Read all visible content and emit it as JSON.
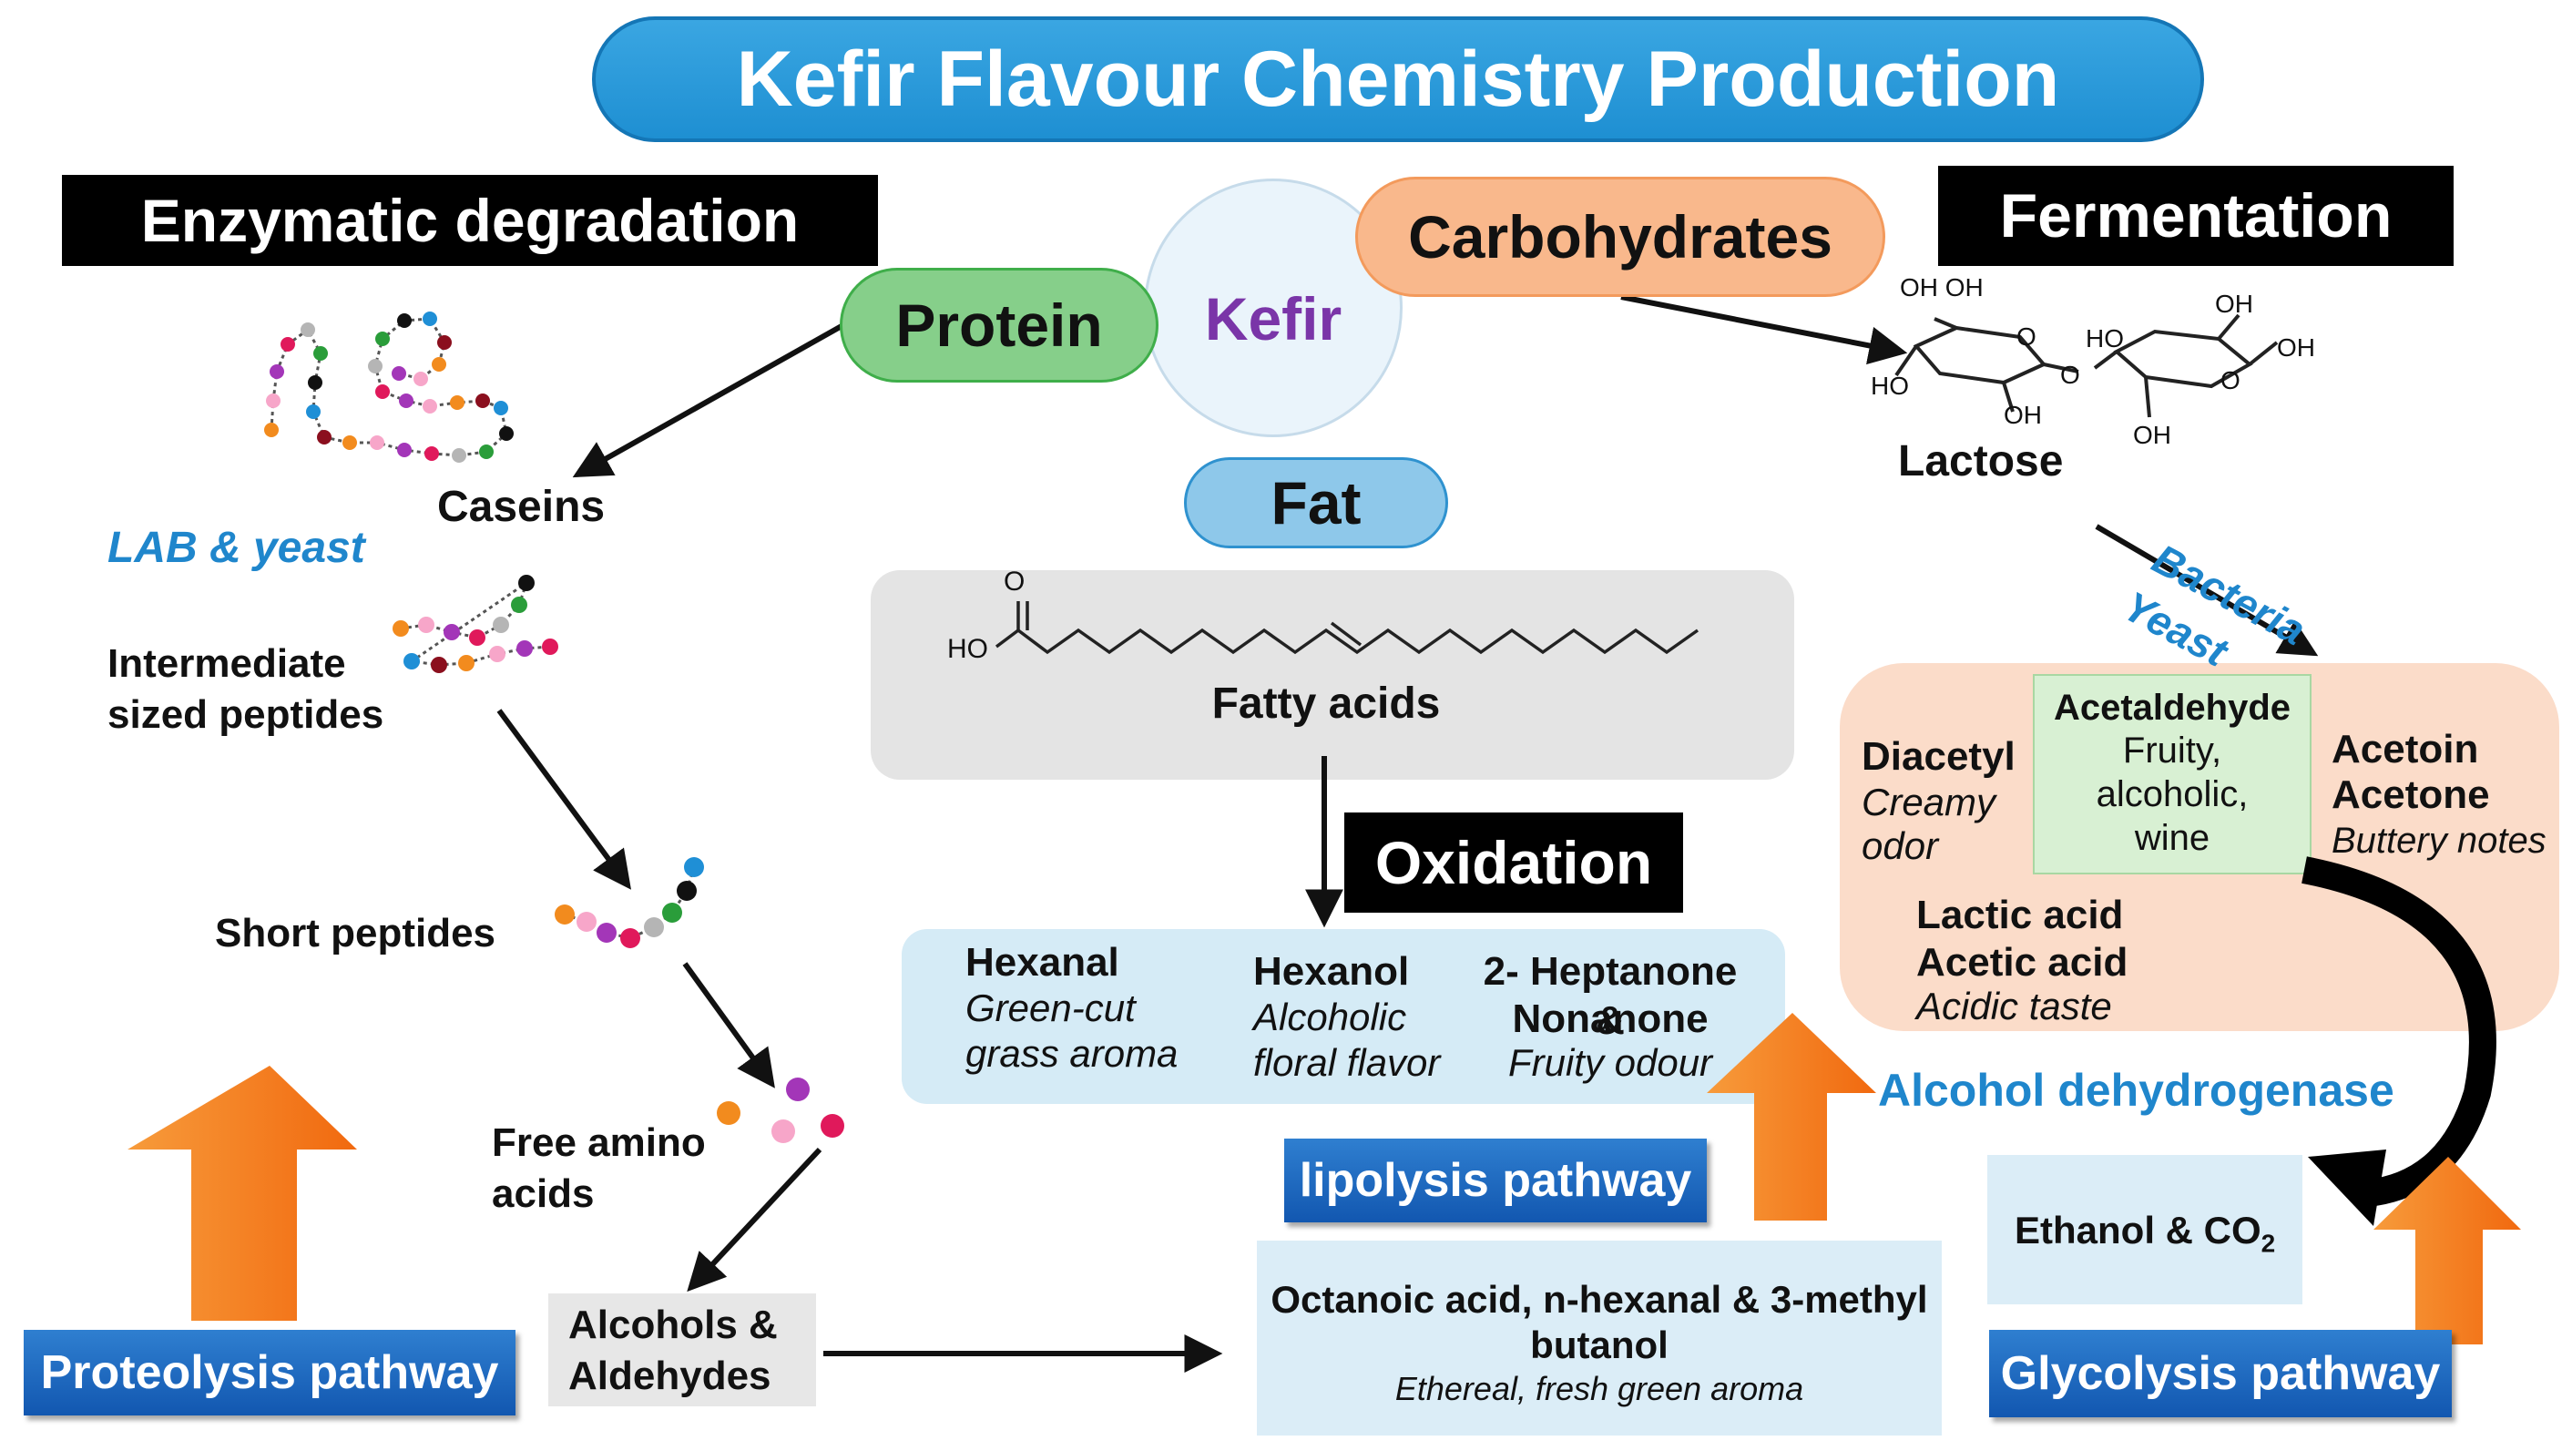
{
  "title": "Kefir Flavour Chemistry Production",
  "colors": {
    "banner": "#1e8fd2",
    "protein": "#86cf8a",
    "carbohydrates": "#f9b88c",
    "fat": "#8ec8ea",
    "kefir_text": "#7a35a8",
    "pathway_blue": "#1a66bd",
    "arrow_orange": "#f57c1f",
    "label_blue": "#1f86cc"
  },
  "left": {
    "section_title": "Enzymatic degradation",
    "caseins": "Caseins",
    "microbes": "LAB & yeast",
    "intermediate_1": "Intermediate",
    "intermediate_2": "sized peptides",
    "short_peptides": "Short peptides",
    "free_amino_1": "Free amino",
    "free_amino_2": "acids",
    "alcohols_1": "Alcohols &",
    "alcohols_2": "Aldehydes",
    "pathway": "Proteolysis pathway"
  },
  "center": {
    "protein": "Protein",
    "kefir": "Kefir",
    "carbohydrates": "Carbohydrates",
    "fat": "Fat",
    "fatty_acids": "Fatty acids",
    "ho": "HO",
    "o": "O",
    "oxidation": "Oxidation",
    "products": [
      {
        "name": "Hexanal",
        "desc1": "Green-cut",
        "desc2": "grass aroma"
      },
      {
        "name": "Hexanol",
        "desc1": "Alcoholic",
        "desc2": "floral flavor"
      },
      {
        "name": "2- Heptanone &",
        "name2": "Nonanone",
        "desc1": "Fruity odour"
      }
    ],
    "pathway": "lipolysis pathway",
    "octanoic_1": "Octanoic acid, n-hexanal & 3-methyl",
    "octanoic_2": "butanol",
    "octanoic_desc": "Ethereal, fresh green aroma"
  },
  "right": {
    "section_title": "Fermentation",
    "lactose": "Lactose",
    "lactose_groups": [
      "OH OH",
      "HO",
      "OH",
      "O",
      "HO",
      "OH",
      "OH",
      "O",
      "OH",
      "O"
    ],
    "bacteria": "Bacteria",
    "yeast": "Yeast",
    "diacetyl": "Diacetyl",
    "diacetyl_desc1": "Creamy",
    "diacetyl_desc2": "odor",
    "acetaldehyde": "Acetaldehyde",
    "acetaldehyde_desc1": "Fruity,",
    "acetaldehyde_desc2": "alcoholic,",
    "acetaldehyde_desc3": "wine",
    "acetoin": "Acetoin",
    "acetone": "Acetone",
    "acetoin_desc": "Buttery notes",
    "lactic": "Lactic acid",
    "acetic": "Acetic acid",
    "acid_desc": "Acidic taste",
    "enzyme": "Alcohol dehydrogenase",
    "ethanol": "Ethanol & CO",
    "ethanol_sub": "2",
    "pathway": "Glycolysis pathway"
  }
}
